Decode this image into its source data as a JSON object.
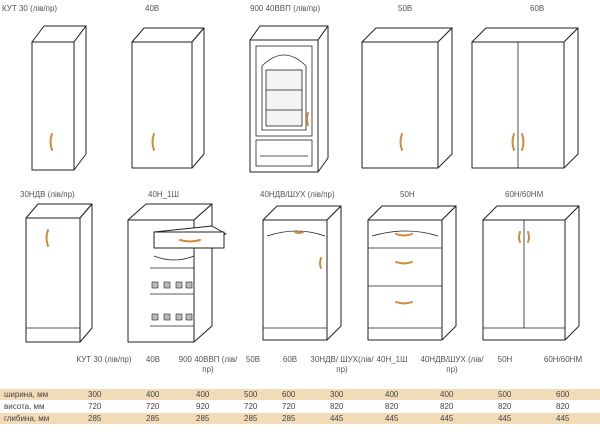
{
  "labels": {
    "top": [
      "КУТ 30 (лів/пр)",
      "40В",
      "900 40ВВП (лів/пр)",
      "50В",
      "60В"
    ],
    "bottom": [
      "30НДВ (лів/пр)",
      "40Н_1Ш",
      "40НДВ/ШУХ (лів/пр)",
      "50Н",
      "60Н/60НМ"
    ]
  },
  "table": {
    "headers": [
      "КУТ 30 (лів/пр)",
      "40В",
      "900 40ВВП (лів/пр)",
      "50В",
      "60В",
      "30НДВ/ ШУХ(лів/пр)",
      "40Н_1Ш",
      "40НДВ/ШУХ (лів/пр)",
      "50Н",
      "60Н/60НМ"
    ],
    "rows": [
      {
        "label": "ширина, мм",
        "values": [
          "300",
          "400",
          "400",
          "500",
          "600",
          "300",
          "400",
          "400",
          "500",
          "600"
        ]
      },
      {
        "label": "висота, мм",
        "values": [
          "720",
          "720",
          "920",
          "720",
          "720",
          "820",
          "820",
          "820",
          "820",
          "820"
        ]
      },
      {
        "label": "глибина, мм",
        "values": [
          "285",
          "285",
          "285",
          "285",
          "285",
          "445",
          "445",
          "445",
          "445",
          "445"
        ]
      }
    ]
  },
  "colors": {
    "handle": "#d28a3a",
    "row_shade": "#f2dcb7"
  }
}
